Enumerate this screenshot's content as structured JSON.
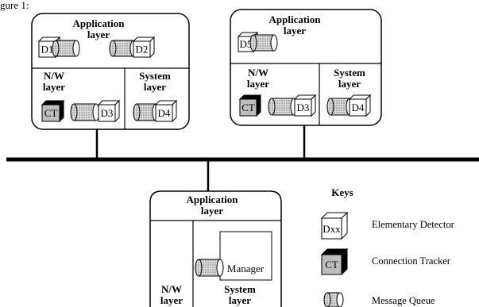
{
  "caption_fragment": "gure 1:",
  "node_left": {
    "application_layer": [
      "Application",
      "layer"
    ],
    "nw_layer": [
      "N/W",
      "layer"
    ],
    "system_layer": [
      "System",
      "layer"
    ],
    "detectors": {
      "d1": "D1",
      "d2": "D2",
      "d3": "D3",
      "d4": "D4"
    },
    "tracker": "CT"
  },
  "node_right": {
    "application_layer": [
      "Application",
      "layer"
    ],
    "nw_layer": [
      "N/W",
      "layer"
    ],
    "system_layer": [
      "System",
      "layer"
    ],
    "detectors": {
      "d5": "D5",
      "d3": "D3",
      "d4": "D4"
    },
    "tracker": "CT"
  },
  "node_manager": {
    "application_layer": [
      "Application",
      "layer"
    ],
    "nw_layer": [
      "N/W",
      "layer"
    ],
    "system_layer": [
      "System",
      "layer"
    ],
    "manager": "Manager"
  },
  "keys": {
    "title": "Keys",
    "elementary_detector_symbol": "Dxx",
    "elementary_detector": "Elementary Detector",
    "connection_tracker_symbol": "CT",
    "connection_tracker": "Connection Tracker",
    "message_queue": "Message Queue"
  },
  "colors": {
    "line": "#000000",
    "queue_fill": "#c8c8c8",
    "tracker_front": "#bdbdbd",
    "tracker_side": "#000000"
  }
}
